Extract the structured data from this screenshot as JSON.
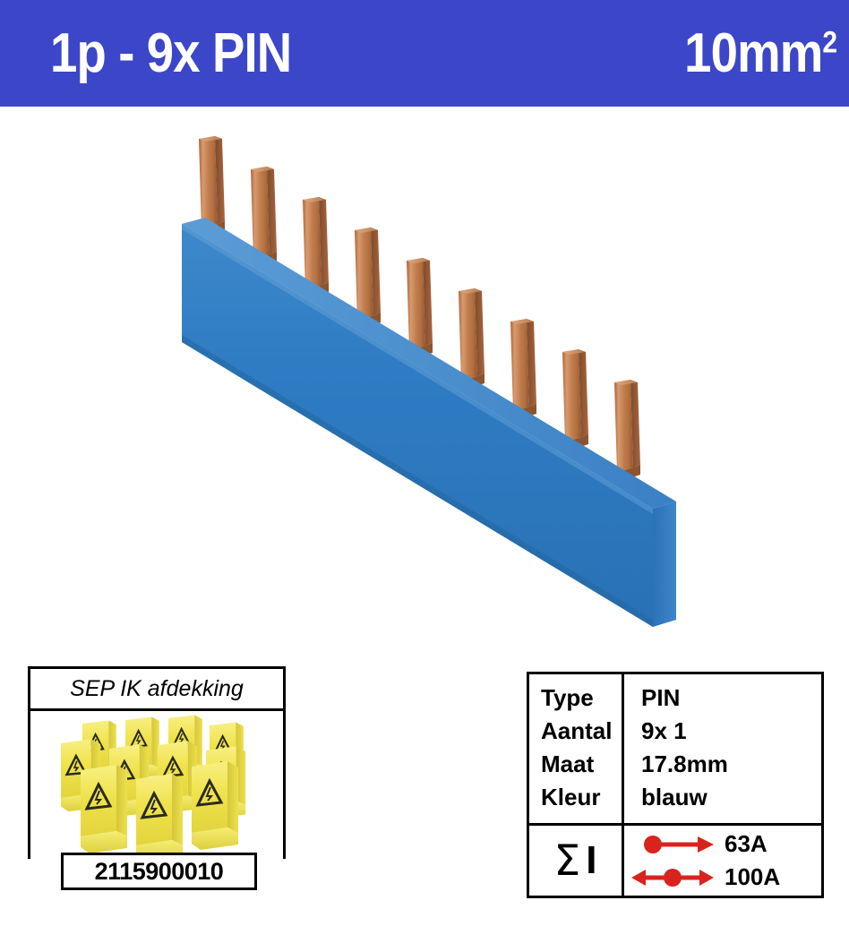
{
  "header": {
    "title": "1p - 9x PIN",
    "spec_value": "10mm",
    "spec_superscript": "2",
    "background_color": "#3c46c8",
    "text_color": "#ffffff"
  },
  "product": {
    "name": "busbar-comb-9-pin",
    "pin_count": 9,
    "bar_color": "#2f7cc4",
    "bar_color_dark": "#2467a8",
    "bar_color_top": "#4f93d2",
    "pin_color": "#c0784a",
    "pin_color_light": "#dda077",
    "pin_color_dark": "#9a5a33"
  },
  "accessory": {
    "title": "SEP IK afdekking",
    "image_name": "yellow-warning-end-caps",
    "part_number": "2115900010",
    "cap_color": "#f2e54c",
    "cap_color_dark": "#ddd043",
    "cap_color_light": "#faf27f"
  },
  "spec_table": {
    "rows": [
      {
        "label": "Type",
        "value": "PIN"
      },
      {
        "label": "Aantal",
        "value": "9x 1"
      },
      {
        "label": "Maat",
        "value": "17.8mm"
      },
      {
        "label": "Kleur",
        "value": "blauw"
      }
    ],
    "current_symbol": "Σ",
    "current_symbol_unit": "I",
    "currents": [
      {
        "icon": "arrow-right-feed-icon",
        "value": "63A"
      },
      {
        "icon": "arrow-both-feed-icon",
        "value": "100A"
      }
    ],
    "arrow_color": "#d9231e"
  }
}
